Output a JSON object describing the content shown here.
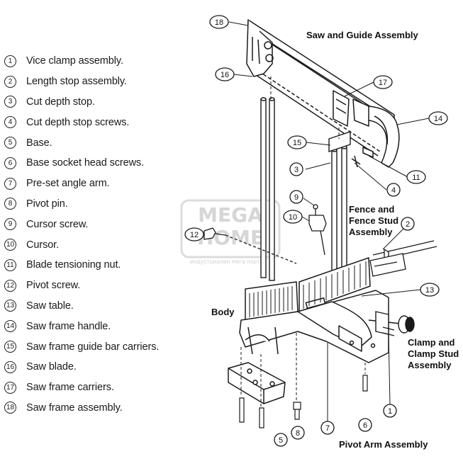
{
  "legend": [
    {
      "num": "1",
      "text": "Vice clamp assembly."
    },
    {
      "num": "2",
      "text": "Length stop assembly."
    },
    {
      "num": "3",
      "text": "Cut depth stop."
    },
    {
      "num": "4",
      "text": "Cut depth stop screws."
    },
    {
      "num": "5",
      "text": "Base."
    },
    {
      "num": "6",
      "text": "Base socket head screws."
    },
    {
      "num": "7",
      "text": "Pre-set angle arm."
    },
    {
      "num": "8",
      "text": "Pivot pin."
    },
    {
      "num": "9",
      "text": "Cursor screw."
    },
    {
      "num": "10",
      "text": "Cursor."
    },
    {
      "num": "11",
      "text": "Blade tensioning nut."
    },
    {
      "num": "12",
      "text": "Pivot screw."
    },
    {
      "num": "13",
      "text": "Saw table."
    },
    {
      "num": "14",
      "text": "Saw frame handle."
    },
    {
      "num": "15",
      "text": "Saw frame guide bar carriers."
    },
    {
      "num": "16",
      "text": "Saw blade."
    },
    {
      "num": "17",
      "text": "Saw frame carriers."
    },
    {
      "num": "18",
      "text": "Saw frame assembly."
    }
  ],
  "assembly_labels": {
    "saw_guide": "Saw and Guide Assembly",
    "fence_line1": "Fence and",
    "fence_line2": "Fence Stud",
    "fence_line3": "Assembly",
    "body": "Body",
    "clamp_line1": "Clamp and",
    "clamp_line2": "Clamp Stud",
    "clamp_line3": "Assembly",
    "pivot_arm": "Pivot Arm Assembly"
  },
  "callouts": {
    "c1": "1",
    "c2": "2",
    "c3": "3",
    "c4": "4",
    "c5": "5",
    "c6": "6",
    "c7": "7",
    "c8": "8",
    "c9": "9",
    "c10": "10",
    "c11": "11",
    "c12": "12",
    "c13": "13",
    "c14": "14",
    "c15": "15",
    "c16": "16",
    "c17": "17",
    "c18": "18"
  },
  "watermark": {
    "line1": "MEGA",
    "line2": "HOME",
    "tagline": "индустриален мега портал"
  }
}
